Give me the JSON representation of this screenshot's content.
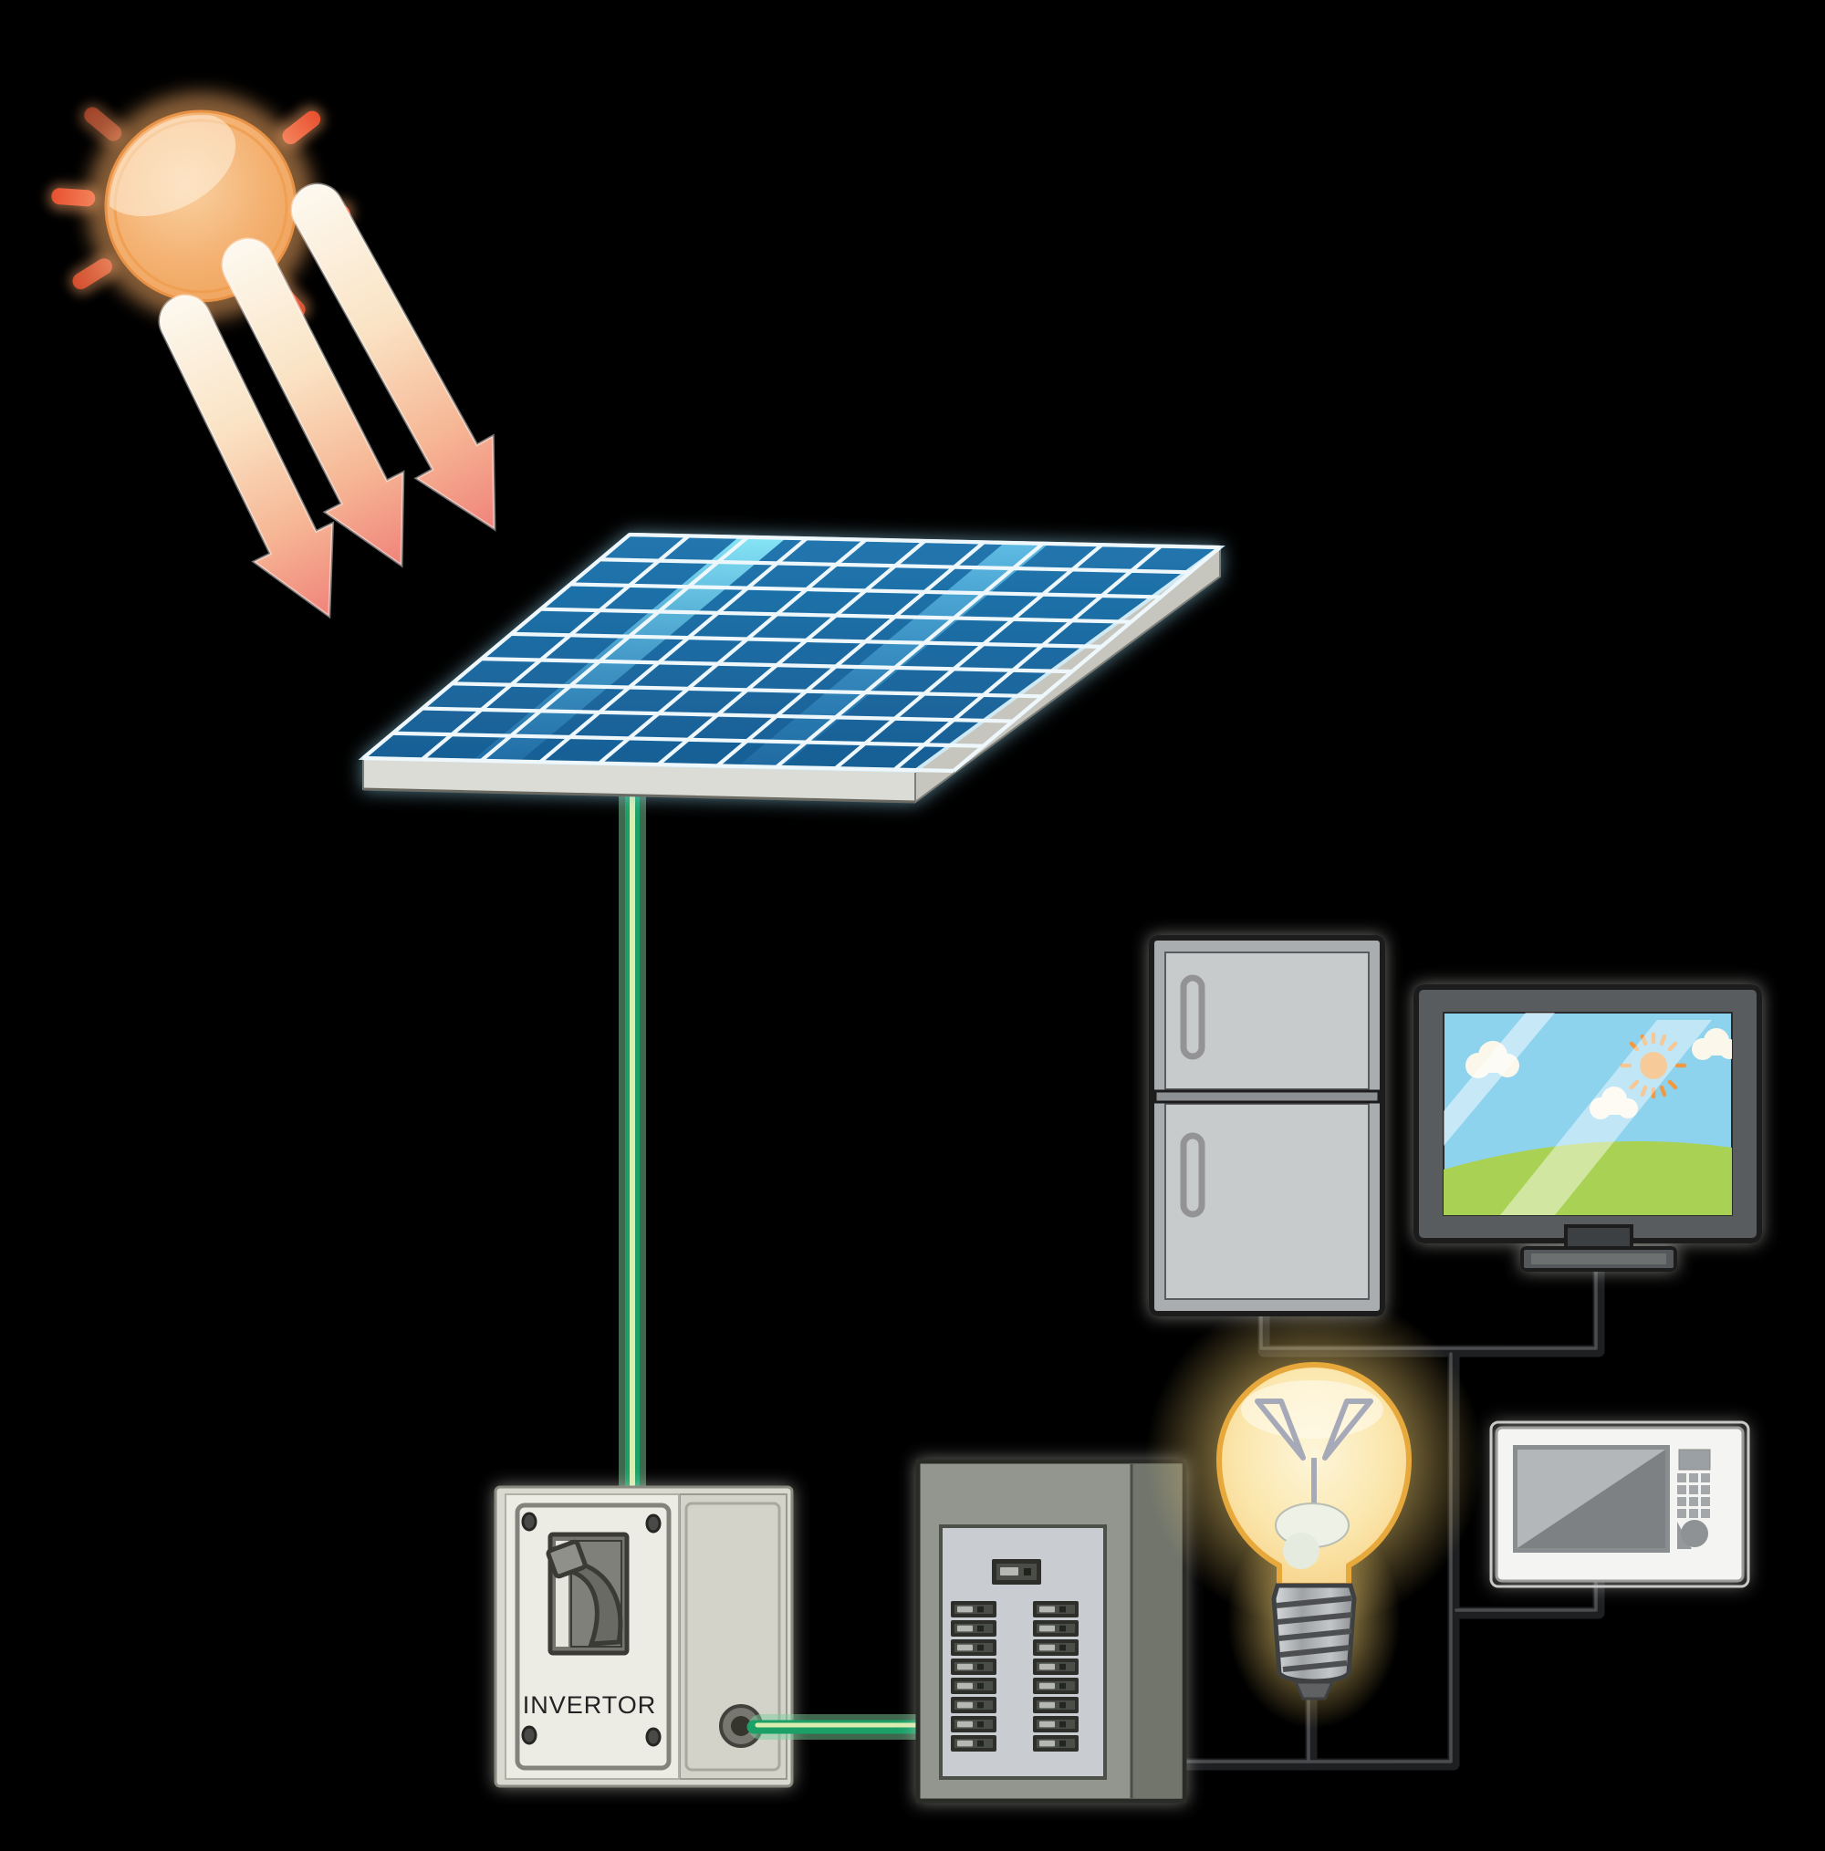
{
  "diagram": {
    "background": "#000000",
    "labels": {
      "invertor": "INVERTOR"
    },
    "components": [
      {
        "id": "sun-icon",
        "desc": "orange sun with red ray stubs"
      },
      {
        "id": "sunlight-arrows-icon",
        "desc": "three gradient arrows of sunlight pointing at panel"
      },
      {
        "id": "solar-panel-icon",
        "desc": "blue solar panel grid on pole"
      },
      {
        "id": "dc-wire",
        "desc": "green wire from solar panel down to invertor"
      },
      {
        "id": "invertor-box",
        "desc": "invertor box with breaker switch and label"
      },
      {
        "id": "ac-wire",
        "desc": "green wire from invertor to breaker panel"
      },
      {
        "id": "breaker-panel-icon",
        "desc": "electrical breaker panel with two columns of breakers"
      },
      {
        "id": "light-bulb-icon",
        "desc": "glowing incandescent light bulb"
      },
      {
        "id": "refrigerator-icon",
        "desc": "two-door refrigerator"
      },
      {
        "id": "tv-icon",
        "desc": "monitor showing sunny landscape"
      },
      {
        "id": "microwave-icon",
        "desc": "microwave oven with keypad and dial"
      },
      {
        "id": "house-wiring",
        "desc": "black wires linking appliances to breaker panel"
      }
    ],
    "colors": {
      "panel_blue": "#1d6ea6",
      "panel_grid": "#eef8fc",
      "panel_streak": "#49c2e8",
      "wire_green": "#18a266",
      "wire_green_core": "#d9edad",
      "wire_black": "#1e1f21",
      "bulb_glow": "#f7d88d",
      "bulb_outline": "#e8a93c",
      "sun_orange": "#f3aa63",
      "sun_ray_red": "#e85636",
      "tv_sky": "#8ed3ee",
      "tv_hill": "#a9d254",
      "tv_sun": "#f0a045",
      "appliance_gray": "#c7cbcc",
      "box_gray": "#ecece4"
    },
    "breaker_panel": {
      "breakers_per_column": 8,
      "columns": 2,
      "main_breakers": 1
    }
  }
}
